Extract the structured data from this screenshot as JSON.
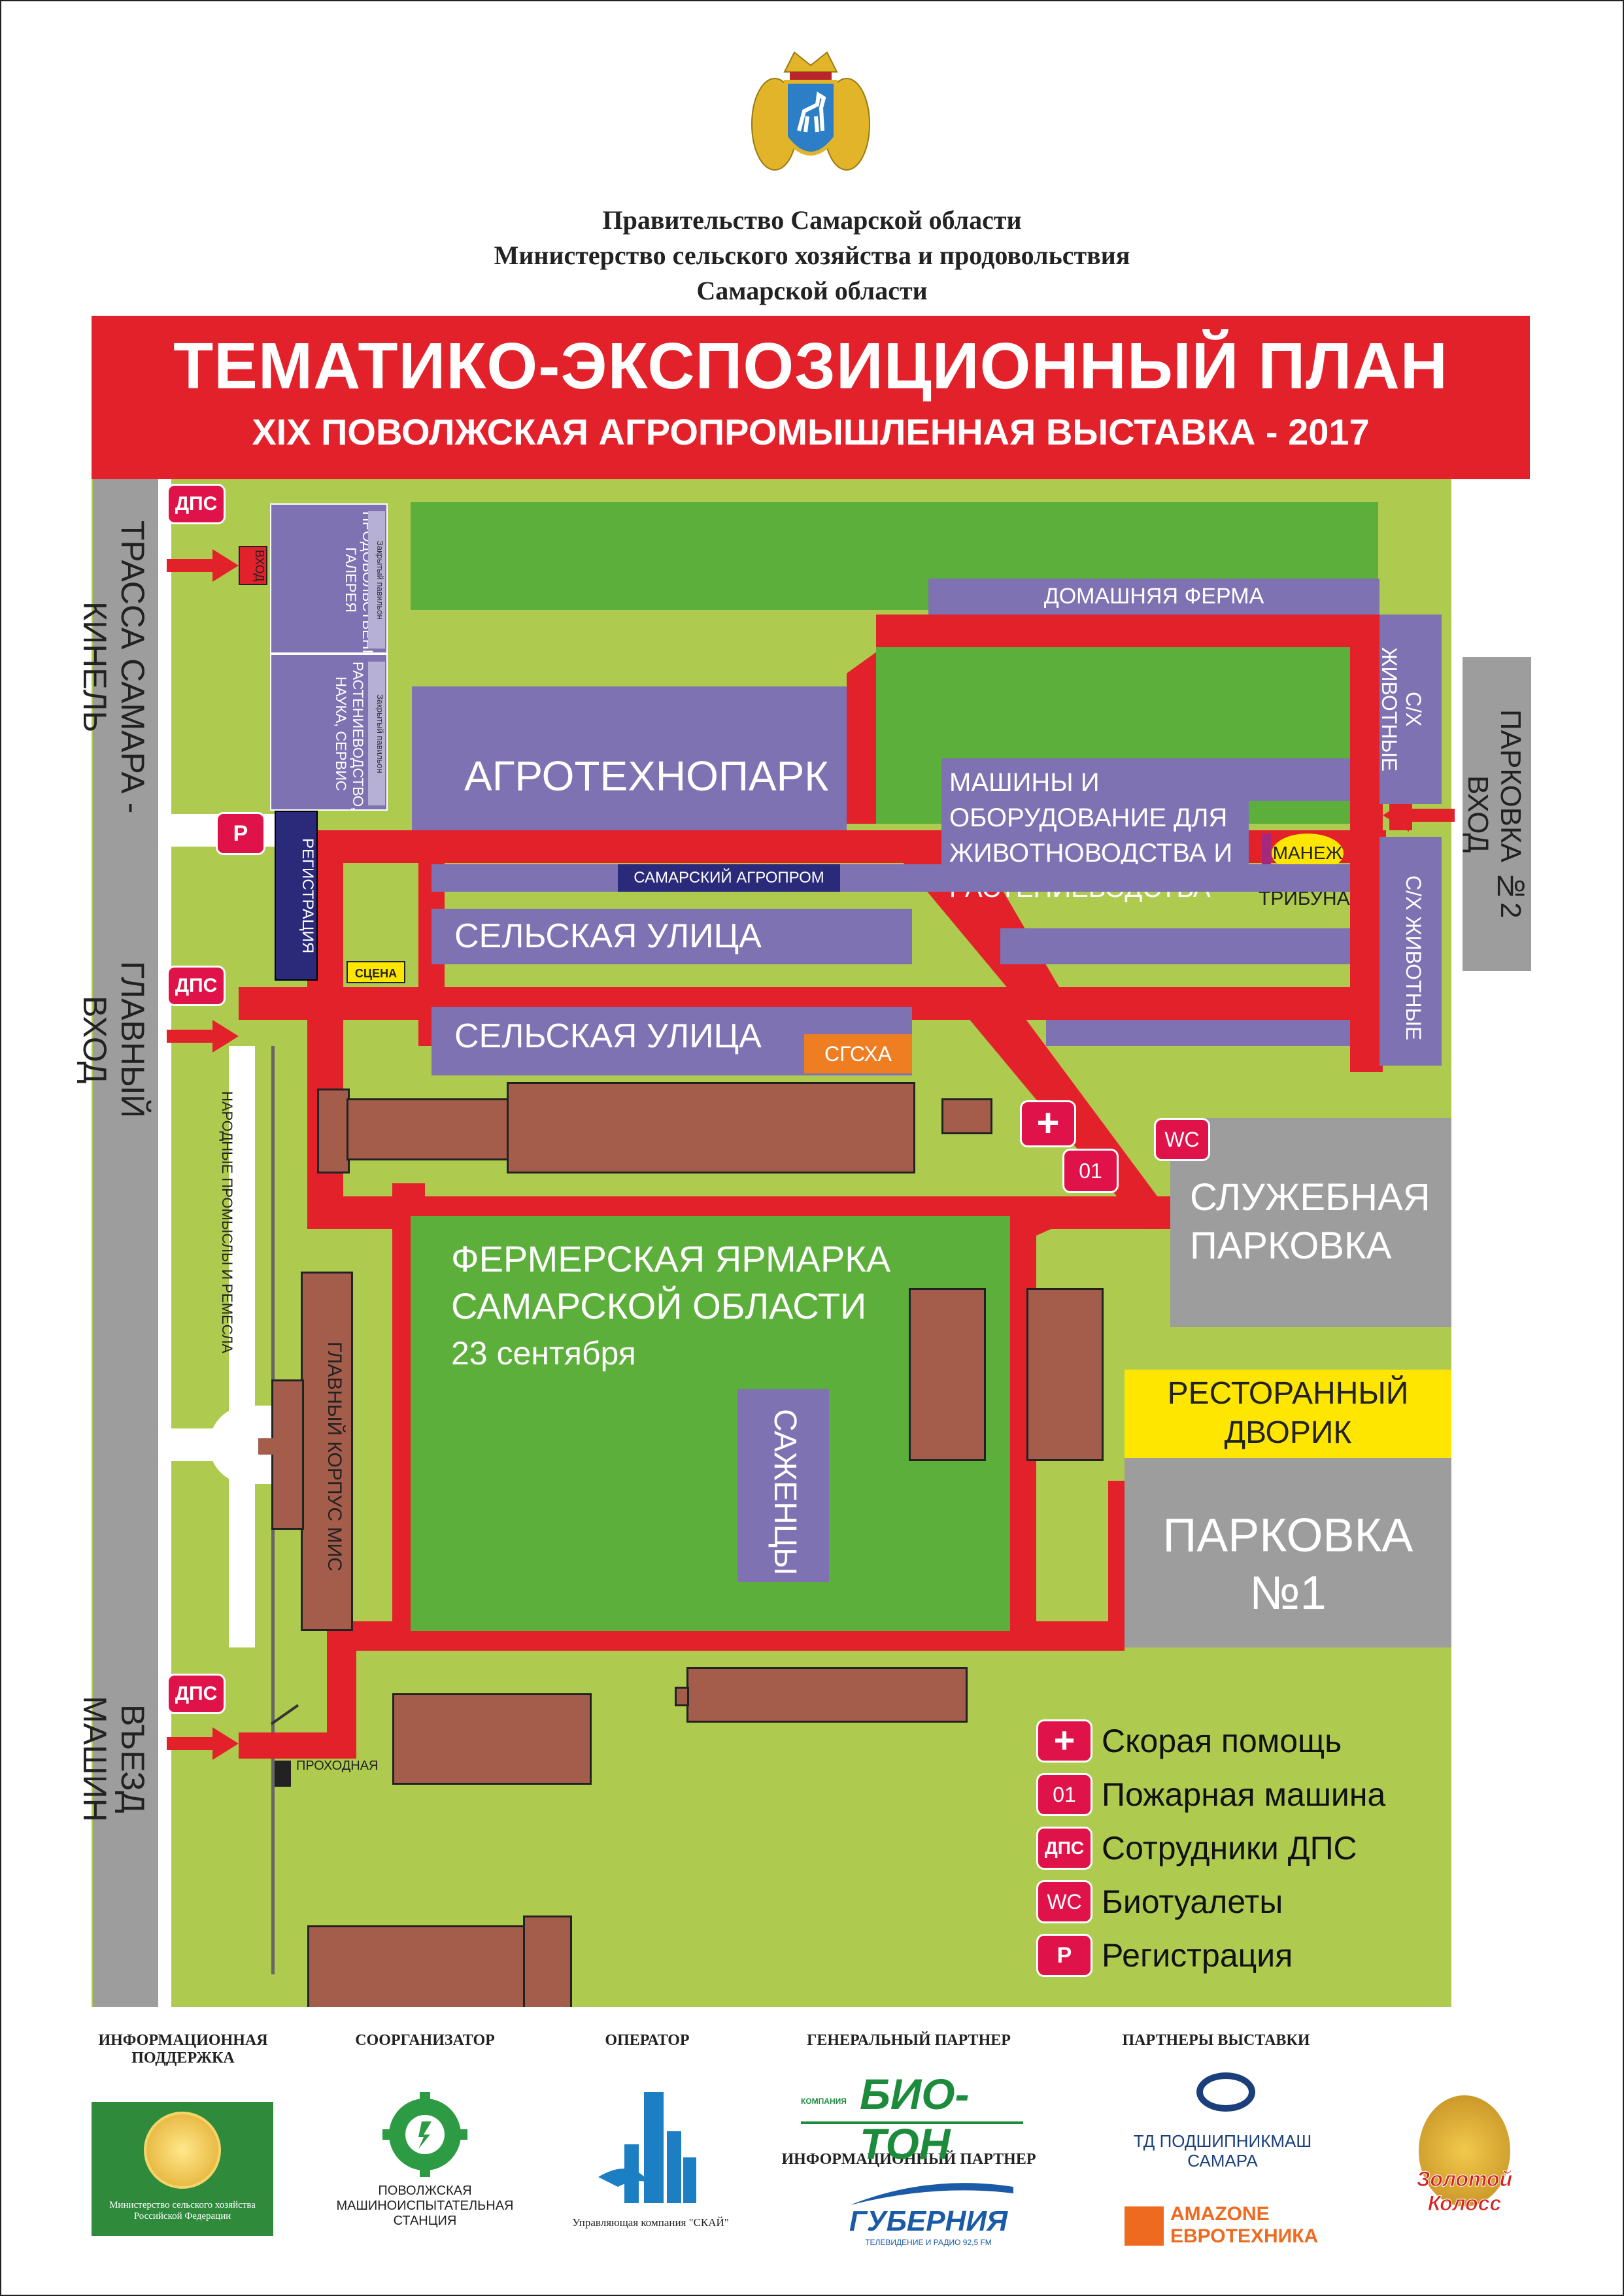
{
  "header": {
    "line1": "Правительство Самарской области",
    "line2": "Министерство сельского хозяйства и продовольствия",
    "line3": "Самарской области"
  },
  "banner": {
    "title": "ТЕМАТИКО-ЭКСПОЗИЦИОННЫЙ ПЛАН",
    "subtitle": "XIX ПОВОЛЖСКАЯ АГРОПРОМЫШЛЕННАЯ ВЫСТАВКА - 2017"
  },
  "roads": {
    "left_highway": "ТРАССА САМАРА - КИНЕЛЬ",
    "main_entrance": "ГЛАВНЫЙ ВХОД",
    "vehicle_entry": "ВЪЕЗД МАШИН",
    "parking2": "ПАРКОВКА №2 ВХОД",
    "crafts": "НАРОДНЫЕ ПРОМЫСЛЫ И РЕМЕСЛА"
  },
  "zones": {
    "entry_small": "ВХОД",
    "food_gallery": "ПРОДОВОЛЬСТВЕННАЯ ГАЛЕРЕЯ",
    "food_gallery_note": "Закрытый павильон",
    "crop_pavilion": "РАСТЕНИЕВОДСТВО, НАУКА, СЕРВИС",
    "crop_pavilion_note": "Закрытый павильон",
    "registration": "РЕГИСТРАЦИЯ",
    "agrotechnopark": "АГРОТЕХНОПАРК",
    "home_farm": "ДОМАШНЯЯ ФЕРМА",
    "machines": "МАШИНЫ И ОБОРУДОВАНИЕ ДЛЯ ЖИВОТНОВОДСТВА И РАСТЕНИЕВОДСТВА",
    "animals_top": "С/Х ЖИВОТНЫЕ",
    "animals_bottom": "С/Х ЖИВОТНЫЕ",
    "manege": "МАНЕЖ",
    "tribune": "ТРИБУНА",
    "samara_agroprom": "САМАРСКИЙ АГРОПРОМ",
    "village_street_1": "СЕЛЬСКАЯ УЛИЦА",
    "village_street_2": "СЕЛЬСКАЯ УЛИЦА",
    "stage": "СЦЕНА",
    "sgsha": "СГСХА",
    "service_parking": "СЛУЖЕБНАЯ ПАРКОВКА",
    "farmers_fair_1": "ФЕРМЕРСКАЯ ЯРМАРКА",
    "farmers_fair_2": "САМАРСКОЙ ОБЛАСТИ",
    "farmers_fair_date": "23 сентября",
    "seedlings": "САЖЕНЦЫ",
    "main_building": "ГЛАВНЫЙ КОРПУС МИС",
    "food_court": "РЕСТОРАННЫЙ ДВОРИК",
    "parking1": "ПАРКОВКА №1",
    "checkpoint": "ПРОХОДНАЯ"
  },
  "badges": {
    "dps": "ДПС",
    "p": "P",
    "wc": "WC",
    "fire": "01",
    "plus": "+"
  },
  "legend": [
    {
      "badge": "+",
      "label": "Скорая помощь",
      "icon": "plus-icon"
    },
    {
      "badge": "01",
      "label": "Пожарная машина",
      "icon": "fire-truck-badge"
    },
    {
      "badge": "ДПС",
      "label": "Сотрудники ДПС",
      "icon": "police-badge"
    },
    {
      "badge": "WC",
      "label": "Биотуалеты",
      "icon": "wc-badge"
    },
    {
      "badge": "P",
      "label": "Регистрация",
      "icon": "registration-badge"
    }
  ],
  "partners": {
    "info_support_head": "ИНФОРМАЦИОННАЯ ПОДДЕРЖКА",
    "coorganizer_head": "СООРГАНИЗАТОР",
    "operator_head": "ОПЕРАТОР",
    "general_partner_head": "ГЕНЕРАЛЬНЫЙ ПАРТНЕР",
    "info_partner_head": "ИНФОРМАЦИОННЫЙ ПАРТНЕР",
    "exhibition_partners_head": "ПАРТНЕРЫ ВЫСТАВКИ",
    "ministry": "Министерство сельского хозяйства Российской Федерации",
    "station": "ПОВОЛЖСКАЯ МАШИНОИСПЫТАТЕЛЬНАЯ СТАНЦИЯ",
    "sky": "Управляющая компания \"СКАЙ\"",
    "bioton": "БИО-ТОН",
    "bioton_prefix": "КОМПАНИЯ",
    "gubernia": "ГУБЕРНИЯ",
    "gubernia_sub": "ТЕЛЕВИДЕНИЕ И РАДИО 92,5 FM",
    "podshipnik": "ТД ПОДШИПНИКМАШ САМАРА",
    "amazone_1": "AMAZONE",
    "amazone_2": "ЕВРОТЕХНИКА",
    "zolotoy": "Золотой Колосс"
  },
  "colors": {
    "road": "#e3212b",
    "grass": "#aecb4f",
    "field": "#5daf3b",
    "pavilion": "#7e72b2",
    "building": "#a55d4b",
    "grey": "#9d9d9d",
    "yellow": "#ffe600",
    "orange": "#ef7d22"
  }
}
